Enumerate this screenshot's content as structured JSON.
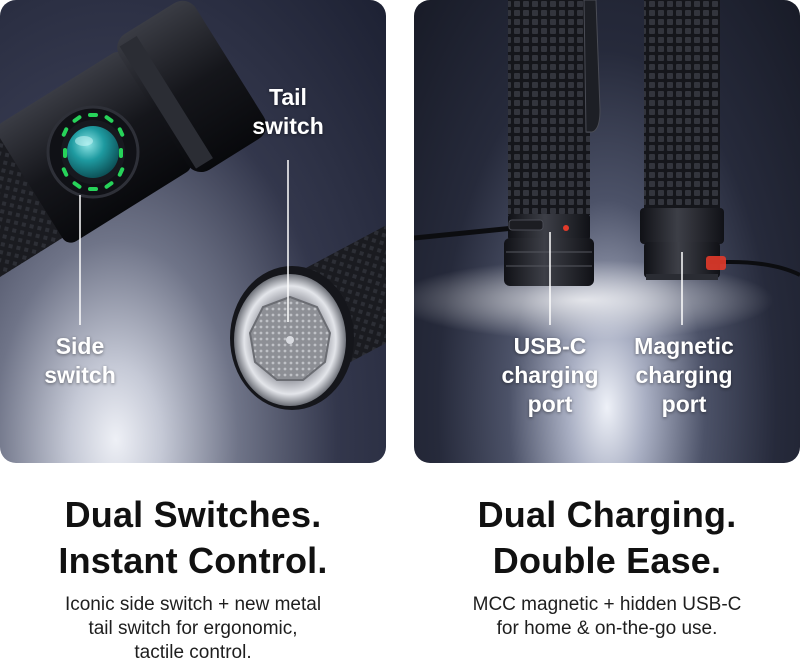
{
  "panels": {
    "left": {
      "callouts": {
        "tail": [
          "Tail",
          "switch"
        ],
        "side": [
          "Side",
          "switch"
        ]
      }
    },
    "right": {
      "callouts": {
        "usb": [
          "USB-C",
          "charging",
          "port"
        ],
        "magnetic": [
          "Magnetic",
          "charging",
          "port"
        ]
      }
    }
  },
  "features": {
    "left": {
      "headline": [
        "Dual Switches.",
        "Instant Control."
      ],
      "description": [
        "Iconic side switch + new metal",
        "tail switch for ergonomic,",
        "tactile control."
      ]
    },
    "right": {
      "headline": [
        "Dual Charging.",
        "Double Ease."
      ],
      "description": [
        "MCC magnetic + hidden USB-C",
        "for home & on-the-go use."
      ]
    }
  },
  "colors": {
    "switch_button": "#1e9aa0",
    "indicator_leds": "#27d35a",
    "charging_led": "#e23a2a"
  }
}
